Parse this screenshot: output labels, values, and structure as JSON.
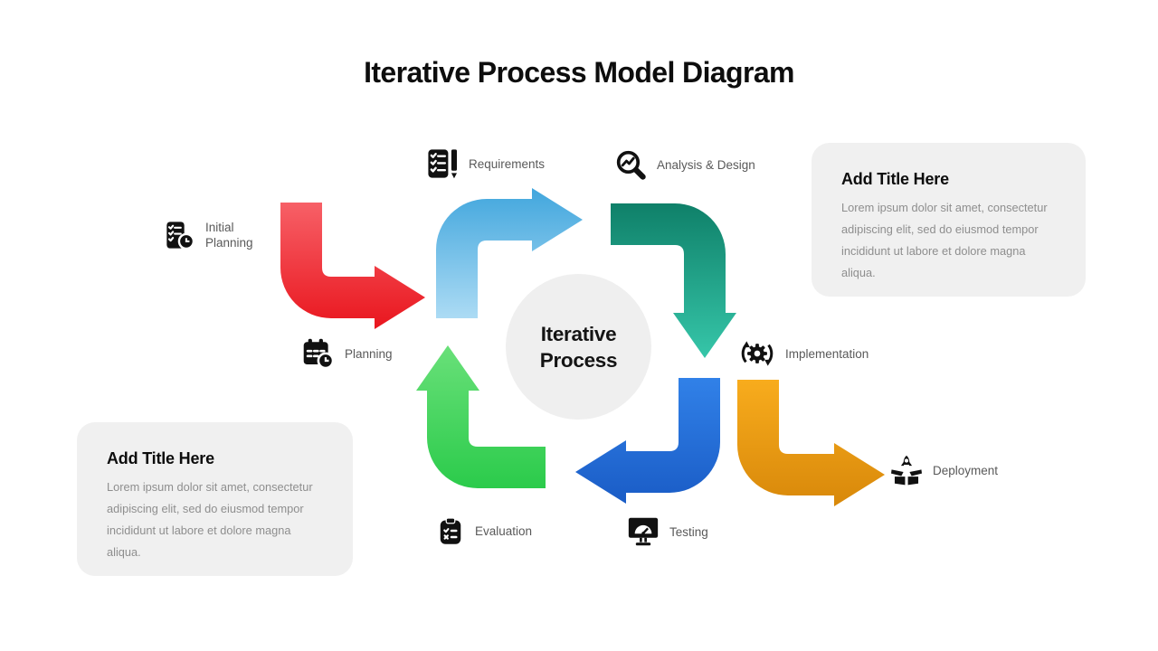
{
  "page": {
    "title": "Iterative Process Model Diagram"
  },
  "center_circle": {
    "line1": "Iterative",
    "line2": "Process",
    "bg": "#efefef"
  },
  "steps": {
    "initial_planning": {
      "label": "Initial Planning"
    },
    "requirements": {
      "label": "Requirements"
    },
    "analysis_design": {
      "label": "Analysis & Design"
    },
    "implementation": {
      "label": "Implementation"
    },
    "deployment": {
      "label": "Deployment"
    },
    "testing": {
      "label": "Testing"
    },
    "evaluation": {
      "label": "Evaluation"
    },
    "planning": {
      "label": "Planning"
    }
  },
  "callouts": {
    "bg": "#f0f0f0",
    "right": {
      "title": "Add Title Here",
      "body": "Lorem ipsum dolor sit amet, consectetur adipiscing elit, sed do eiusmod tempor incididunt ut labore et dolore magna aliqua."
    },
    "left": {
      "title": "Add Title Here",
      "body": "Lorem ipsum dolor sit amet, consectetur adipiscing elit, sed do eiusmod tempor incididunt ut labore et dolore magna aliqua."
    }
  },
  "arrow_colors": {
    "red": {
      "from": "#F76067",
      "to": "#E9161E"
    },
    "lightblue": {
      "from": "#41A6DD",
      "to": "#ACDBF4"
    },
    "teal": {
      "from": "#0F8069",
      "to": "#36C6A9"
    },
    "blue": {
      "from": "#3181E8",
      "to": "#1A5CC6"
    },
    "green": {
      "from": "#69E079",
      "to": "#2BCB4B"
    },
    "orange": {
      "from": "#F8AC1D",
      "to": "#D8880A"
    }
  }
}
